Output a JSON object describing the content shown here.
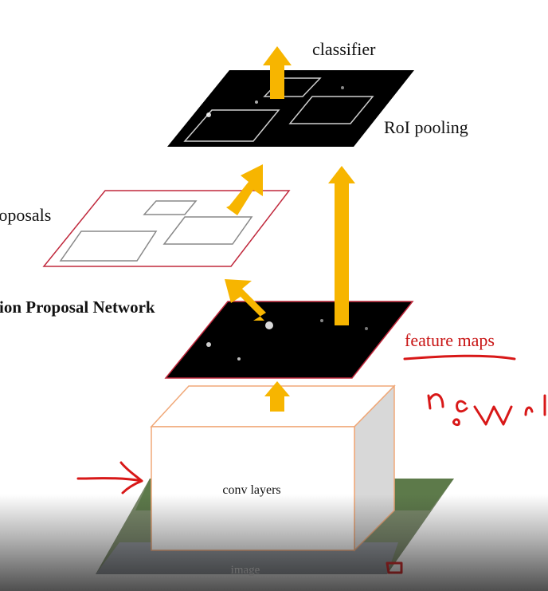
{
  "diagram": {
    "title": "",
    "labels": {
      "classifier": "classifier",
      "roi_pooling": "RoI pooling",
      "proposals": "proposals",
      "rpn": "Region Proposal Network",
      "feature_maps": "feature maps",
      "conv_layers": "conv layers",
      "image": "image"
    },
    "handwritten_annotation": "n c W H",
    "colors": {
      "arrow": "#f7b500",
      "plane_border": "#c0283c",
      "annotation": "#d81818",
      "map_fill": "#000000",
      "box_border": "#f0a878"
    }
  }
}
